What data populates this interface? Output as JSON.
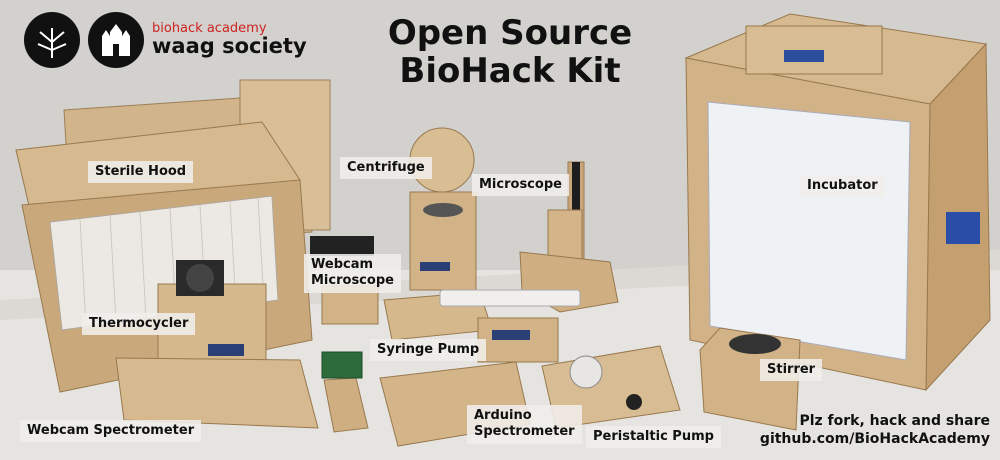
{
  "title": {
    "line1": "Open Source",
    "line2": "BioHack Kit"
  },
  "brand": {
    "academy": "biohack academy",
    "society": "waag society"
  },
  "labels": {
    "sterile_hood": "Sterile Hood",
    "centrifuge": "Centrifuge",
    "microscope": "Microscope",
    "incubator": "Incubator",
    "webcam_microscope_1": "Webcam",
    "webcam_microscope_2": "Microscope",
    "thermocycler": "Thermocycler",
    "syringe_pump": "Syringe Pump",
    "stirrer": "Stirrer",
    "webcam_spectrometer": "Webcam Spectrometer",
    "arduino_spectrometer_1": "Arduino",
    "arduino_spectrometer_2": "Spectrometer",
    "peristaltic_pump": "Peristaltic Pump"
  },
  "footer": {
    "line1": "Plz fork, hack and share",
    "line2": "github.com/BioHackAcademy"
  },
  "colors": {
    "wood": "#d4b78e",
    "wood_dark": "#a8895f",
    "wall": "#dcdad6",
    "table": "#e8e6e2",
    "accent_red": "#c22222"
  }
}
